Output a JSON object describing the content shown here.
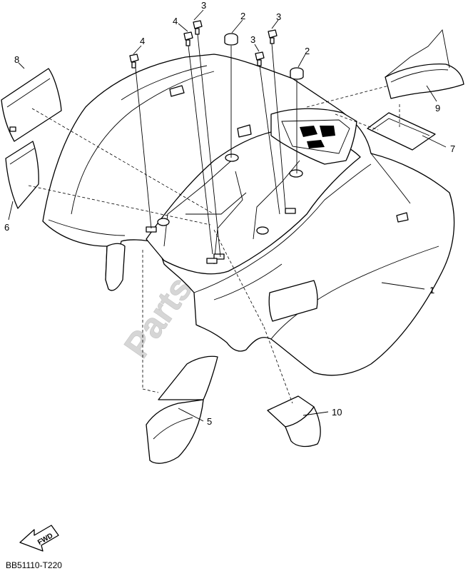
{
  "diagram": {
    "callouts": [
      {
        "id": "c-1",
        "text": "1"
      },
      {
        "id": "c-2a",
        "text": "2"
      },
      {
        "id": "c-2b",
        "text": "2"
      },
      {
        "id": "c-3a",
        "text": "3"
      },
      {
        "id": "c-3b",
        "text": "3"
      },
      {
        "id": "c-3c",
        "text": "3"
      },
      {
        "id": "c-4a",
        "text": "4"
      },
      {
        "id": "c-4b",
        "text": "4"
      },
      {
        "id": "c-5",
        "text": "5"
      },
      {
        "id": "c-6",
        "text": "6"
      },
      {
        "id": "c-7",
        "text": "7"
      },
      {
        "id": "c-8",
        "text": "8"
      },
      {
        "id": "c-9",
        "text": "9"
      },
      {
        "id": "c-10",
        "text": "10"
      }
    ],
    "fwd_label": "FWD",
    "watermark": "PartsRepublik",
    "diagram_code": "BB51110-T220"
  }
}
